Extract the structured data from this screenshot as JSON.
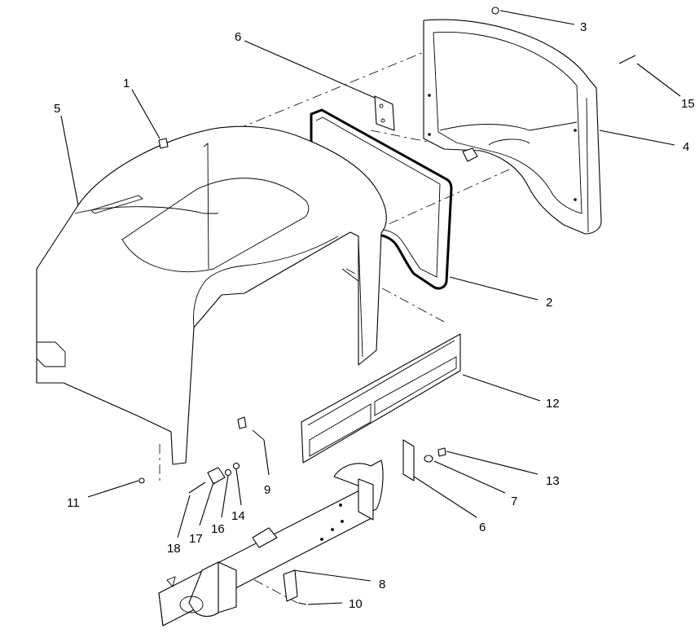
{
  "callouts": [
    {
      "id": "c1",
      "label": "1"
    },
    {
      "id": "c2",
      "label": "2"
    },
    {
      "id": "c3",
      "label": "3"
    },
    {
      "id": "c4",
      "label": "4"
    },
    {
      "id": "c5",
      "label": "5"
    },
    {
      "id": "c6a",
      "label": "6"
    },
    {
      "id": "c6b",
      "label": "6"
    },
    {
      "id": "c7",
      "label": "7"
    },
    {
      "id": "c8",
      "label": "8"
    },
    {
      "id": "c9",
      "label": "9"
    },
    {
      "id": "c10",
      "label": "10"
    },
    {
      "id": "c11",
      "label": "11"
    },
    {
      "id": "c12",
      "label": "12"
    },
    {
      "id": "c13",
      "label": "13"
    },
    {
      "id": "c14",
      "label": "14"
    },
    {
      "id": "c15",
      "label": "15"
    },
    {
      "id": "c16",
      "label": "16"
    },
    {
      "id": "c17",
      "label": "17"
    },
    {
      "id": "c18",
      "label": "18"
    }
  ]
}
